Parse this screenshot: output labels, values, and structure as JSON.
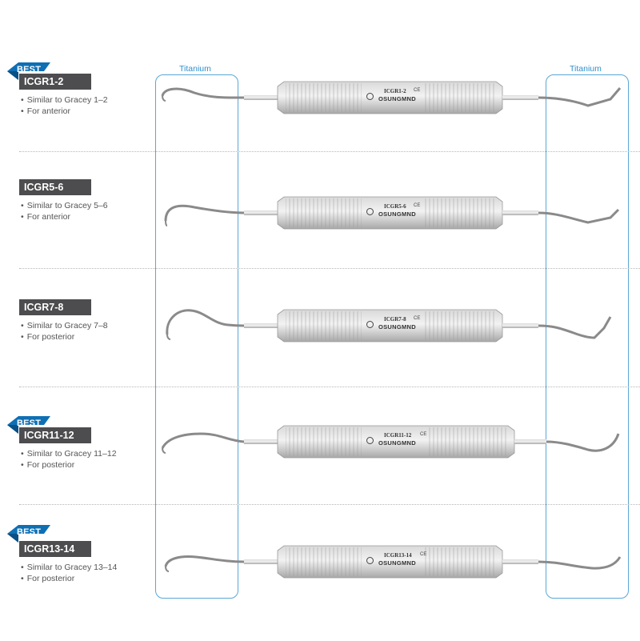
{
  "titanium_label": "Titanium",
  "badge_text": "BEST",
  "colors": {
    "badge_blue": "#0f6fb3",
    "code_bg": "#4d4d4f",
    "frame_blue": "#5aa7d6"
  },
  "brand_mark": "OSUNGMND",
  "items": [
    {
      "code": "ICGR1-2",
      "engraving": "ICGR1-2",
      "best": true,
      "bullets": [
        "Similar to Gracey 1–2",
        "For anterior"
      ]
    },
    {
      "code": "ICGR5-6",
      "engraving": "ICGR5-6",
      "best": false,
      "bullets": [
        "Similar to Gracey 5–6",
        "For anterior"
      ]
    },
    {
      "code": "ICGR7-8",
      "engraving": "ICGR7-8",
      "best": false,
      "bullets": [
        "Similar to Gracey 7–8",
        "For posterior"
      ]
    },
    {
      "code": "ICGR11-12",
      "engraving": "ICGR11-12",
      "best": true,
      "bullets": [
        "Similar to Gracey 11–12",
        "For posterior"
      ]
    },
    {
      "code": "ICGR13-14",
      "engraving": "ICGR13-14",
      "best": true,
      "bullets": [
        "Similar to Gracey 13–14",
        "For posterior"
      ]
    }
  ]
}
